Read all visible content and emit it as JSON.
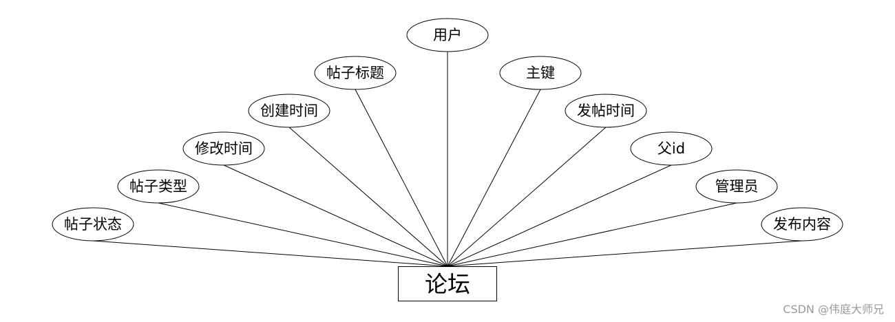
{
  "diagram": {
    "entity": {
      "label": "论坛"
    },
    "attributes": [
      {
        "id": "post-status",
        "label": "帖子状态"
      },
      {
        "id": "post-type",
        "label": "帖子类型"
      },
      {
        "id": "modified-time",
        "label": "修改时间"
      },
      {
        "id": "created-time",
        "label": "创建时间"
      },
      {
        "id": "post-title",
        "label": "帖子标题"
      },
      {
        "id": "user",
        "label": "用户"
      },
      {
        "id": "primary-key",
        "label": "主键"
      },
      {
        "id": "post-time",
        "label": "发帖时间"
      },
      {
        "id": "parent-id",
        "label": "父id"
      },
      {
        "id": "admin",
        "label": "管理员"
      },
      {
        "id": "content",
        "label": "发布内容"
      }
    ]
  },
  "watermark": "CSDN @伟庭大师兄"
}
